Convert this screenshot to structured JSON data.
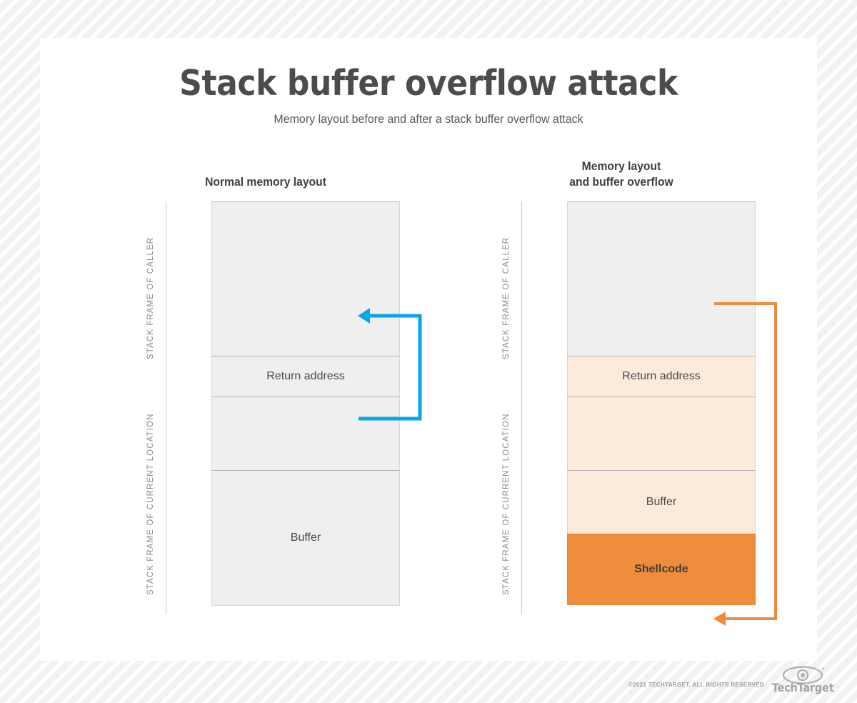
{
  "title": "Stack buffer overflow attack",
  "subtitle": "Memory layout before and after a stack buffer overflow attack",
  "colors": {
    "blue_arrow": "#06a7e5",
    "orange_arrow": "#f08a3e",
    "shellcode_fill": "#f08d3c",
    "overflow_fill": "#fcebdb",
    "normal_fill": "#efefef",
    "border": "#d6d6d6",
    "title_text": "#4c4c4c",
    "body_text": "#4a4a4a",
    "axis_label": "#8a8a8a",
    "page_background": "#f7f7f7",
    "card_background": "#ffffff"
  },
  "columns": [
    {
      "id": "normal",
      "heading": "Normal memory layout",
      "heading_lines": [
        "Normal memory layout"
      ],
      "axis_labels": [
        {
          "id": "caller",
          "text": "STACK FRAME OF CALLER"
        },
        {
          "id": "current",
          "text": "STACK FRAME OF CURRENT LOCATION"
        }
      ],
      "segments": [
        {
          "id": "caller-empty",
          "label": "",
          "fill": "normal"
        },
        {
          "id": "return-address",
          "label": "Return address",
          "fill": "normal"
        },
        {
          "id": "current-empty",
          "label": "",
          "fill": "normal"
        },
        {
          "id": "buffer",
          "label": "Buffer",
          "fill": "normal"
        }
      ],
      "arrow": {
        "id": "return-pointer-arrow",
        "color": "#06a7e5",
        "from": "return-address",
        "to": "caller-empty",
        "description": "Return address points back into the caller stack frame"
      }
    },
    {
      "id": "overflow",
      "heading": "Memory layout and buffer overflow",
      "heading_lines": [
        "Memory layout",
        "and buffer overflow"
      ],
      "axis_labels": [
        {
          "id": "caller",
          "text": "STACK FRAME OF CALLER"
        },
        {
          "id": "current",
          "text": "STACK FRAME OF CURRENT LOCATION"
        }
      ],
      "segments": [
        {
          "id": "caller-empty",
          "label": "",
          "fill": "normal"
        },
        {
          "id": "return-address",
          "label": "Return address",
          "fill": "overflow"
        },
        {
          "id": "current-empty",
          "label": "",
          "fill": "overflow"
        },
        {
          "id": "buffer",
          "label": "Buffer",
          "fill": "overflow"
        },
        {
          "id": "shellcode",
          "label": "Shellcode",
          "fill": "shellcode"
        }
      ],
      "arrow": {
        "id": "overwritten-return-pointer-arrow",
        "color": "#f08a3e",
        "from": "return-address",
        "to": "shellcode",
        "description": "Overwritten return address redirects execution to the shellcode"
      }
    }
  ],
  "footer": {
    "copyright": "©2021 TECHTARGET. ALL RIGHTS RESERVED",
    "brand": "TechTarget",
    "logo_icon": "eye-icon"
  }
}
